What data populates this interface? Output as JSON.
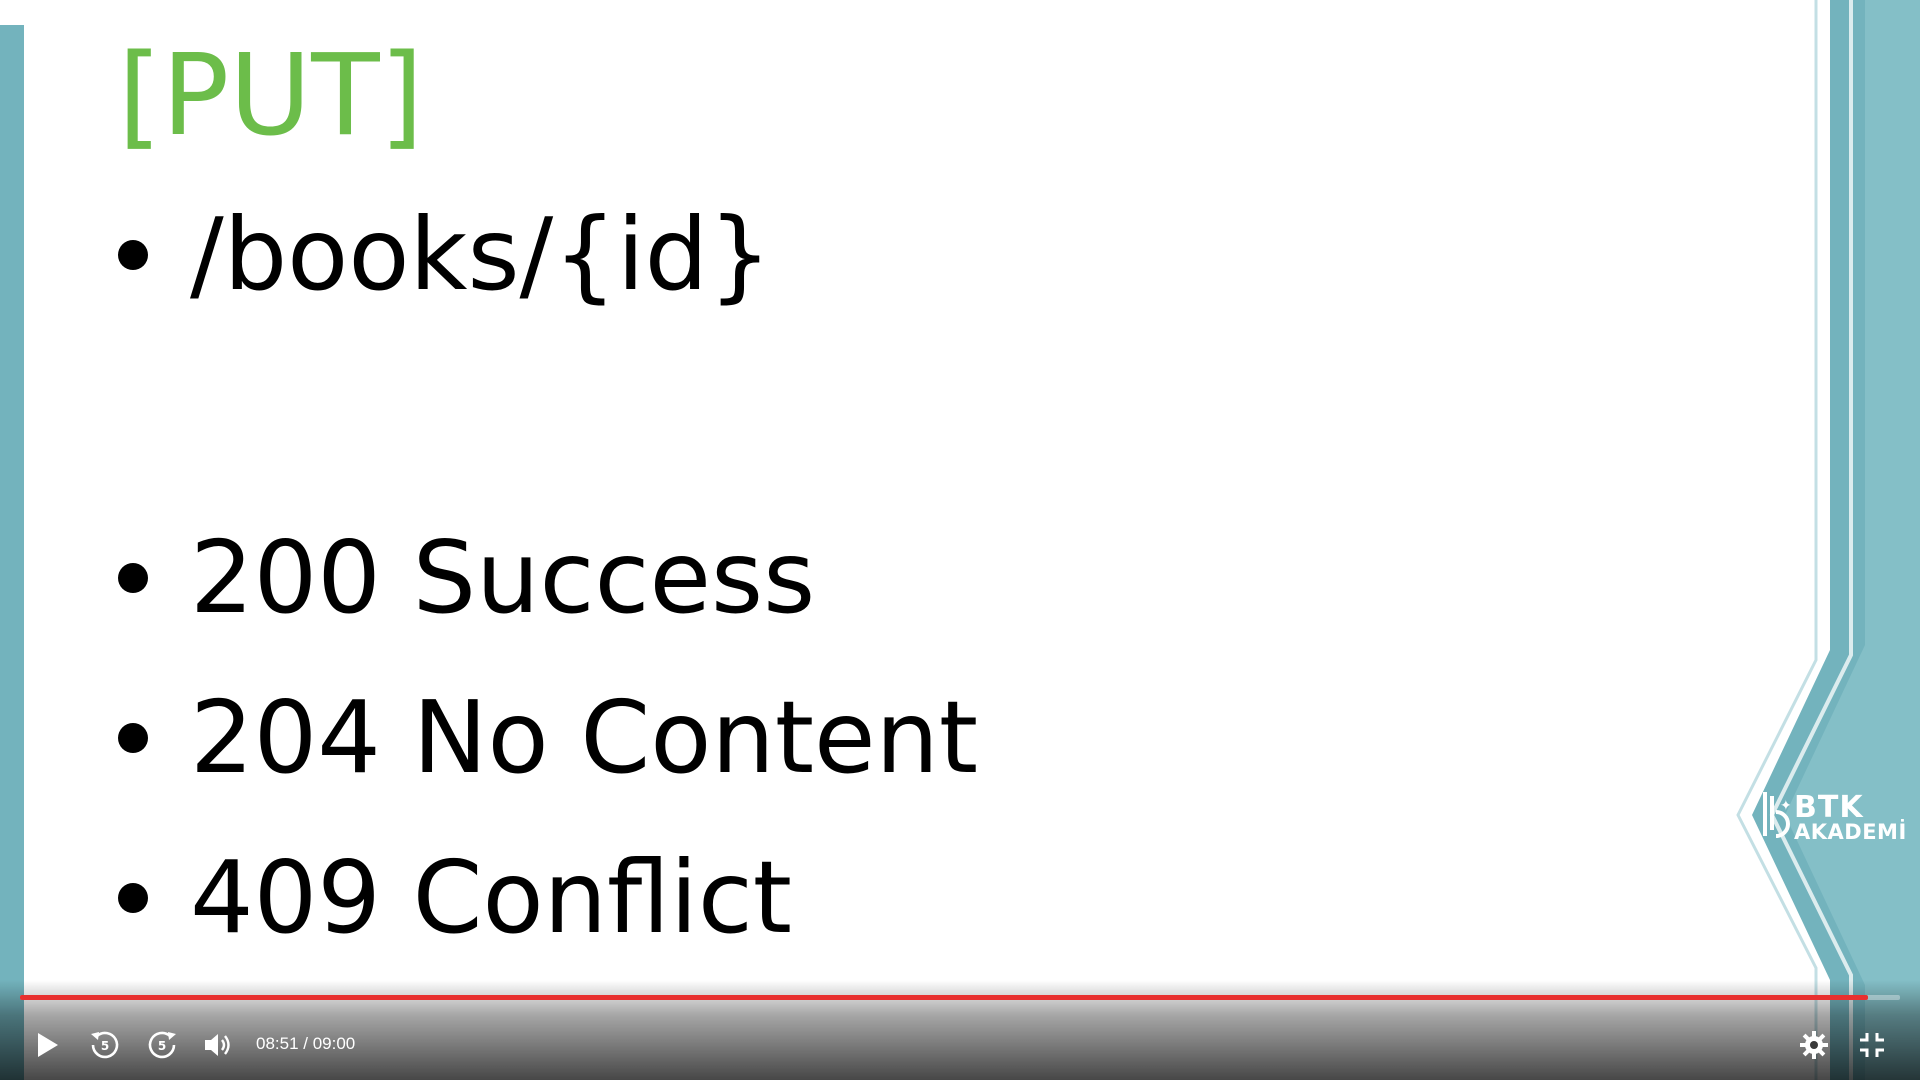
{
  "slide": {
    "title": "[PUT]",
    "endpoint": "/books/{id}",
    "status_codes": [
      "200 Success",
      "204 No Content",
      "409 Conflict"
    ],
    "colors": {
      "title": "#6cbd4a",
      "accent_teal": "#73b3bd"
    },
    "logo": {
      "line1": "BTK",
      "line2": "AKADEMİ"
    }
  },
  "player": {
    "current_time": "08:51",
    "duration": "09:00",
    "time_display": "08:51 / 09:00",
    "progress_fraction": 0.983,
    "colors": {
      "progress": "#e8302f"
    },
    "icons": {
      "play": "play-icon",
      "rewind": "rewind-5-icon",
      "forward": "forward-5-icon",
      "volume": "volume-icon",
      "settings": "gear-icon",
      "exit_fullscreen": "exit-fullscreen-icon"
    },
    "skip_seconds": "5"
  }
}
